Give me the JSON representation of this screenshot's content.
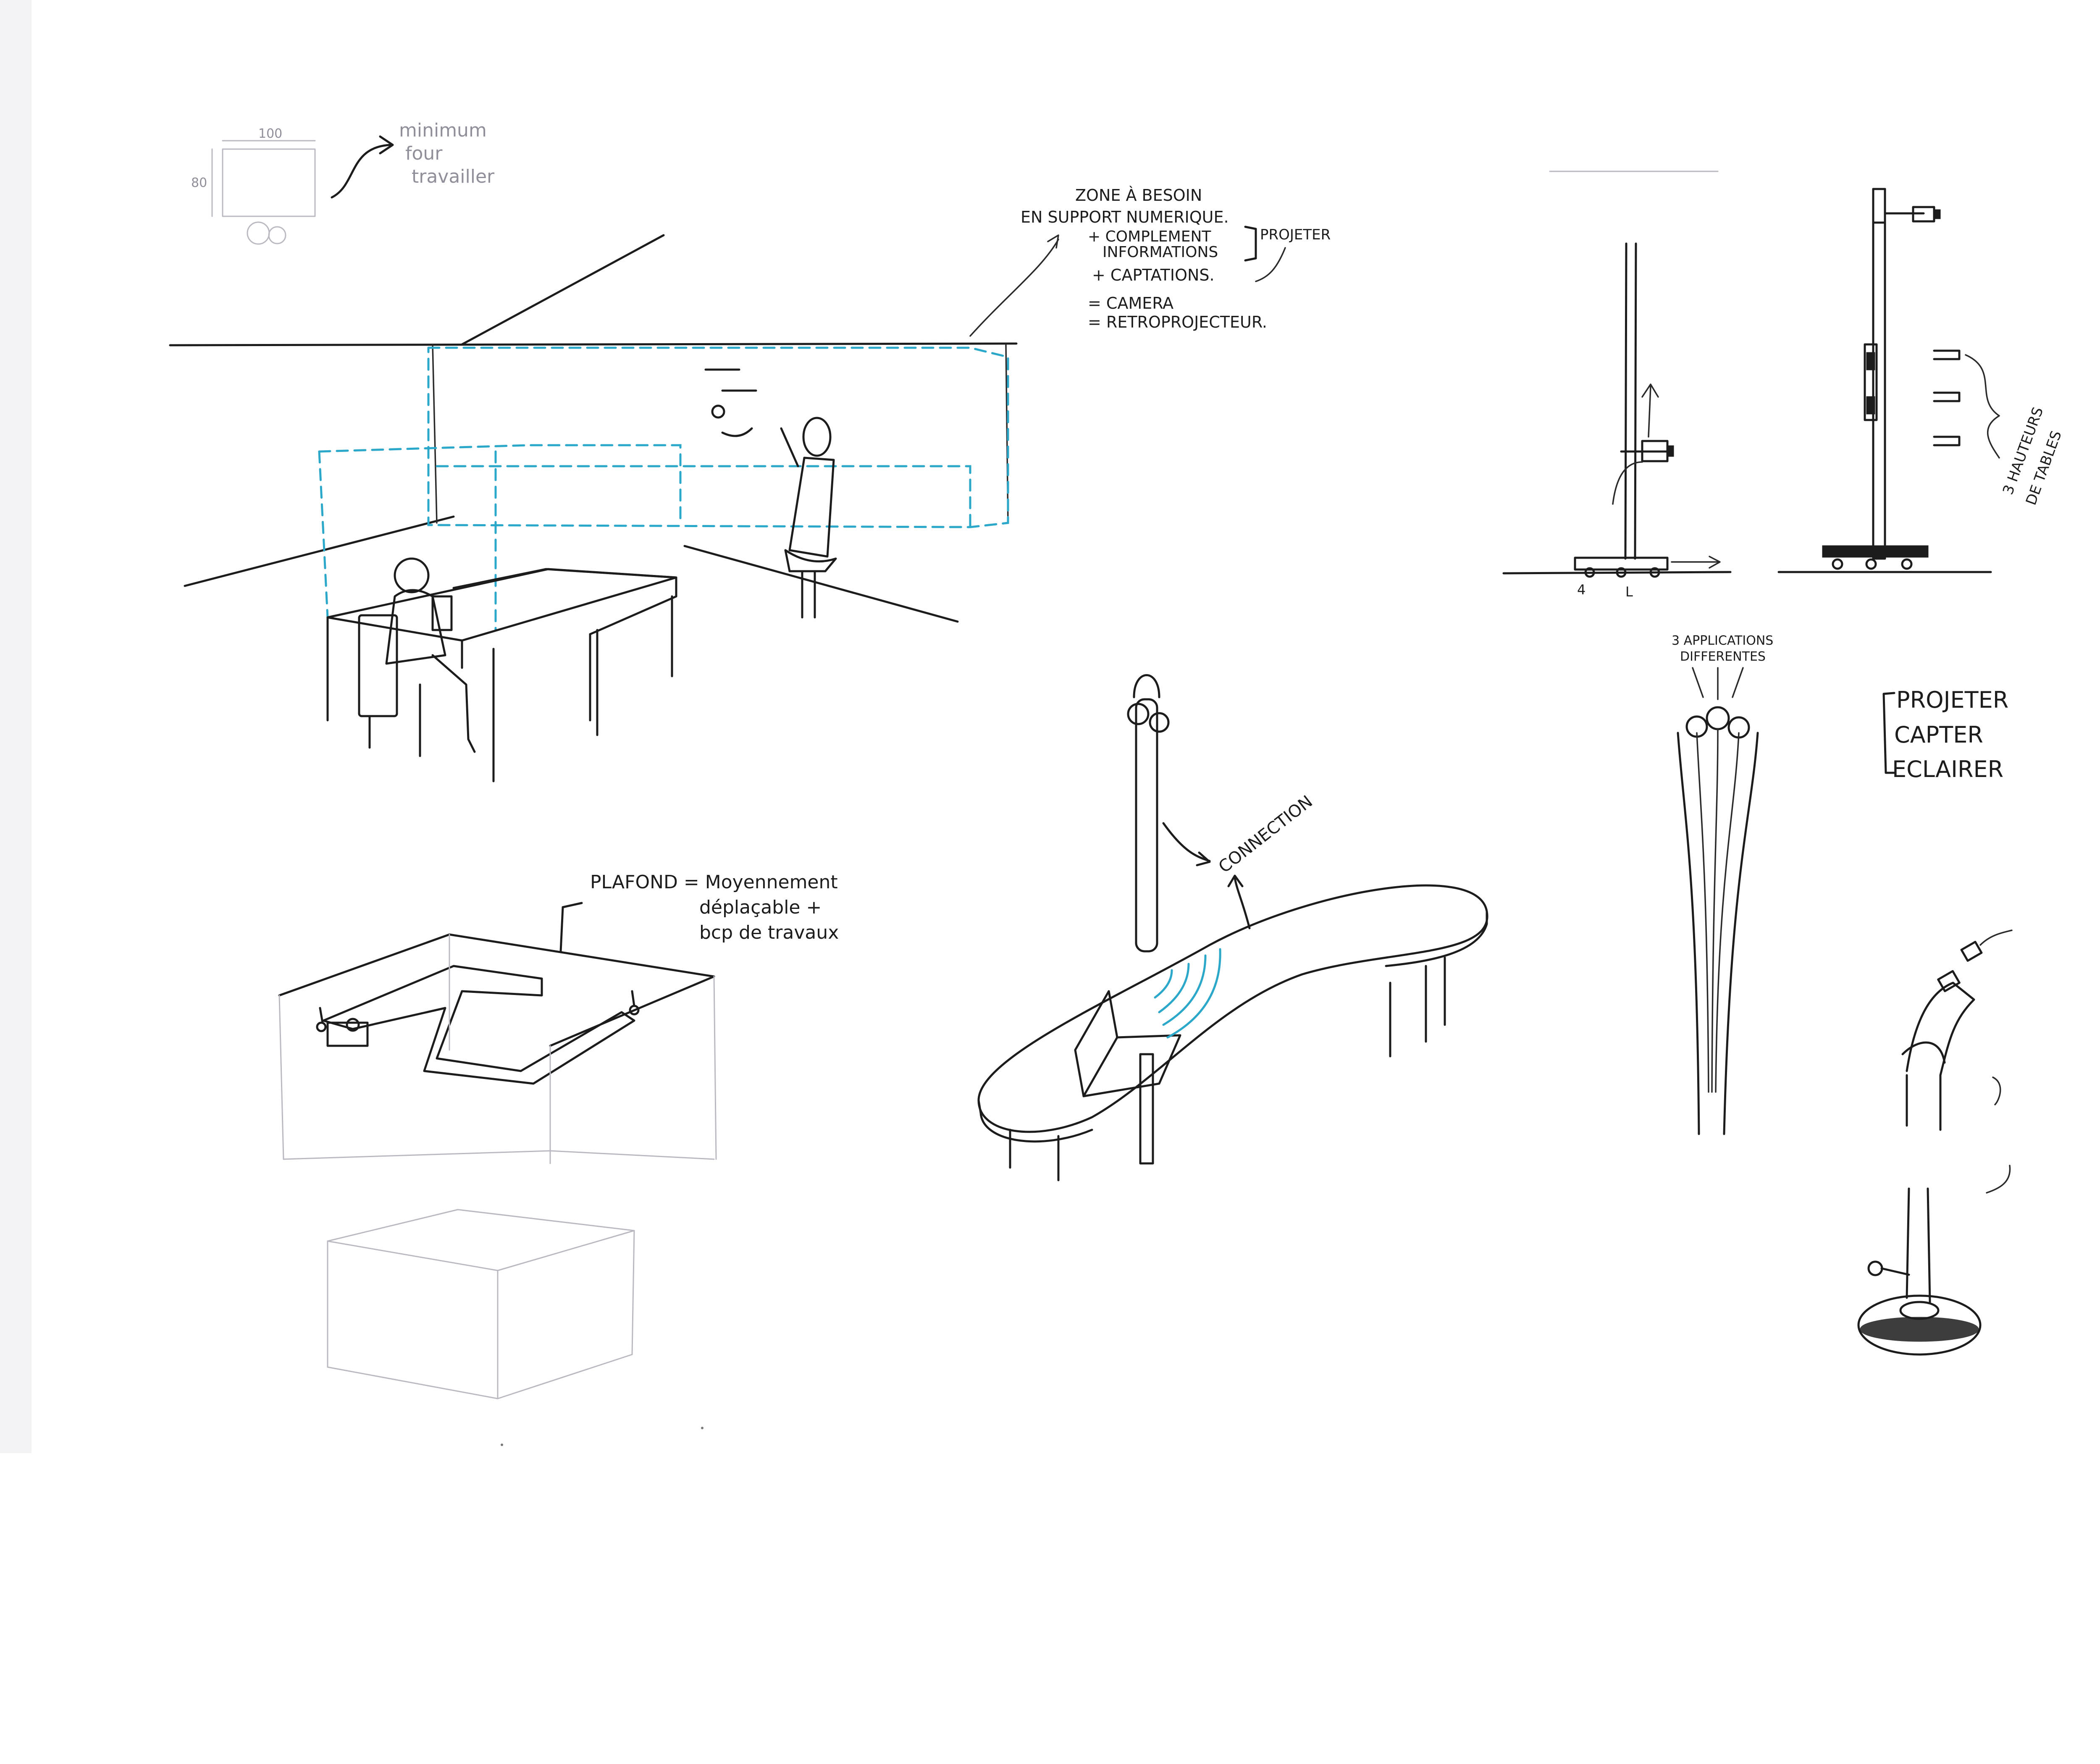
{
  "annotations": {
    "minimum_note": [
      "minimum",
      "four",
      "travailler"
    ],
    "dim_width": "100",
    "dim_height": "80",
    "zone_note": [
      "ZONE À BESOIN",
      "EN SUPPORT NUMERIQUE.",
      "+ COMPLEMENT",
      "INFORMATIONS",
      "+ CAPTATIONS.",
      "= CAMERA",
      "= RETROPROJECTEUR."
    ],
    "projeter_small": "PROJETER",
    "plafond_note": [
      "PLAFOND = Moyennement",
      "déplaçable +",
      "bcp de travaux"
    ],
    "connection_label": "CONNECTION",
    "hauteurs_note": [
      "3 HAUTEURS",
      "DE TABLES"
    ],
    "applications_note": [
      "3 APPLICATIONS",
      "DIFFERENTES"
    ],
    "functions_list": [
      "PROJETER",
      "CAPTER",
      "ECLAIRER"
    ]
  },
  "colors": {
    "ink": "#1c1c1c",
    "pencil": "#b9b9c2",
    "accent_blue": "#2aa7c9"
  },
  "icons": [
    "arrow-icon",
    "camera-icon",
    "wifi-signal-icon",
    "laptop-icon"
  ]
}
